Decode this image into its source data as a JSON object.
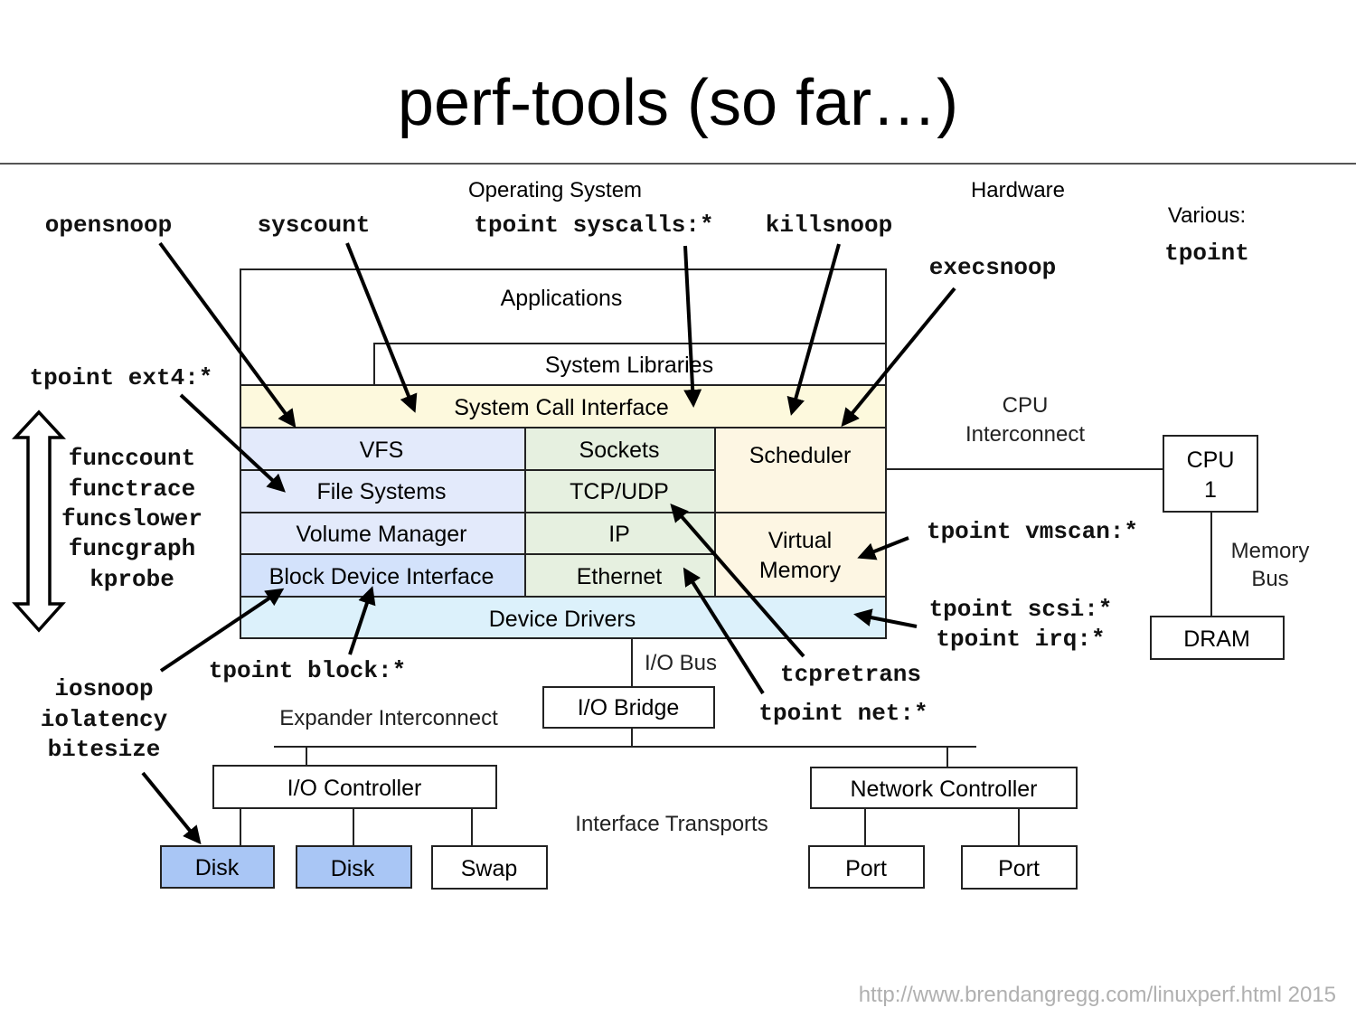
{
  "title": "perf-tools (so far…)",
  "colors": {
    "applications": "#ffffff",
    "syscall_interface": "#fdf9dd",
    "fs_stack": "#e3eafb",
    "block_device": "#d3e2fb",
    "net_stack": "#e6f0e0",
    "sched_vm": "#fdf6e3",
    "device_drivers": "#dcf1fb",
    "disk": "#a9c6f5"
  },
  "section_labels": {
    "operating_system": "Operating System",
    "hardware": "Hardware",
    "various": "Various:",
    "various_tool": "tpoint"
  },
  "os_stack": {
    "applications": "Applications",
    "system_libraries": "System Libraries",
    "system_call_interface": "System Call Interface",
    "vfs": "VFS",
    "file_systems": "File Systems",
    "volume_manager": "Volume Manager",
    "block_device_interface": "Block Device Interface",
    "sockets": "Sockets",
    "tcp_udp": "TCP/UDP",
    "ip": "IP",
    "ethernet": "Ethernet",
    "scheduler": "Scheduler",
    "virtual_memory_line1": "Virtual",
    "virtual_memory_line2": "Memory",
    "device_drivers": "Device Drivers"
  },
  "hardware": {
    "cpu_interconnect_line1": "CPU",
    "cpu_interconnect_line2": "Interconnect",
    "cpu_line1": "CPU",
    "cpu_line2": "1",
    "memory_bus_line1": "Memory",
    "memory_bus_line2": "Bus",
    "dram": "DRAM",
    "io_bus": "I/O Bus",
    "io_bridge": "I/O Bridge",
    "expander_interconnect": "Expander Interconnect",
    "io_controller": "I/O Controller",
    "network_controller": "Network Controller",
    "interface_transports": "Interface Transports",
    "disk1": "Disk",
    "disk2": "Disk",
    "swap": "Swap",
    "port1": "Port",
    "port2": "Port"
  },
  "tools": {
    "opensnoop": "opensnoop",
    "syscount": "syscount",
    "tpoint_syscalls": "tpoint syscalls:*",
    "killsnoop": "killsnoop",
    "execsnoop": "execsnoop",
    "tpoint_ext4": "tpoint ext4:*",
    "kernel_func_tools": [
      "funccount",
      "functrace",
      "funcslower",
      "funcgraph",
      "kprobe"
    ],
    "tpoint_vmscan": "tpoint vmscan:*",
    "tpoint_scsi": "tpoint scsi:*",
    "tpoint_irq": "tpoint irq:*",
    "tcpretrans": "tcpretrans",
    "tpoint_net": "tpoint net:*",
    "tpoint_block": "tpoint block:*",
    "block_io_tools": [
      "iosnoop",
      "iolatency",
      "bitesize"
    ]
  },
  "footer": "http://www.brendangregg.com/linuxperf.html 2015"
}
